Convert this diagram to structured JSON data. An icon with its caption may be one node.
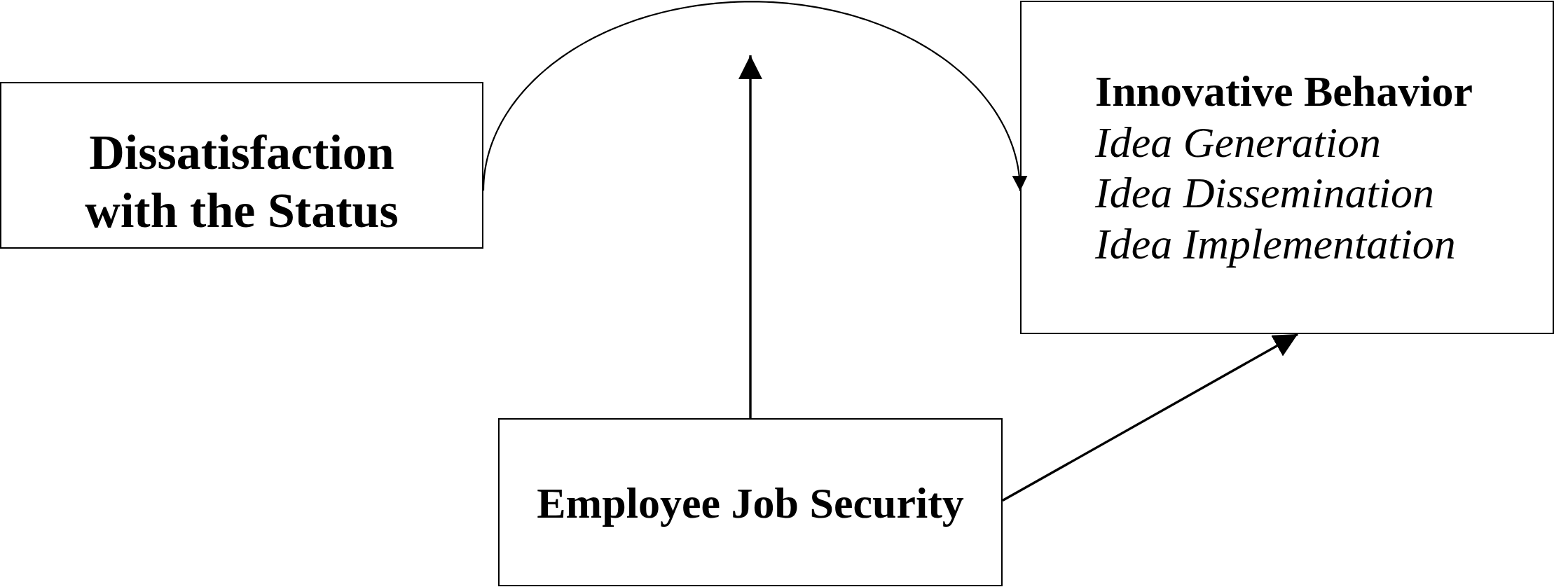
{
  "diagram": {
    "nodes": [
      {
        "text": [
          "Dissatisfaction with the Status"
        ]
      },
      {
        "text": [
          "Innovative Behavior",
          "Idea Generation",
          "Idea Dissemination",
          "Idea Implementation"
        ]
      },
      {
        "text": [
          "Employee Job Security"
        ]
      }
    ],
    "edges": [
      {
        "from": 0,
        "to": 1,
        "arrow": "to"
      },
      {
        "from": 2,
        "to": null,
        "arrow": "to"
      },
      {
        "from": 2,
        "to": 1,
        "arrow": "to"
      }
    ]
  }
}
